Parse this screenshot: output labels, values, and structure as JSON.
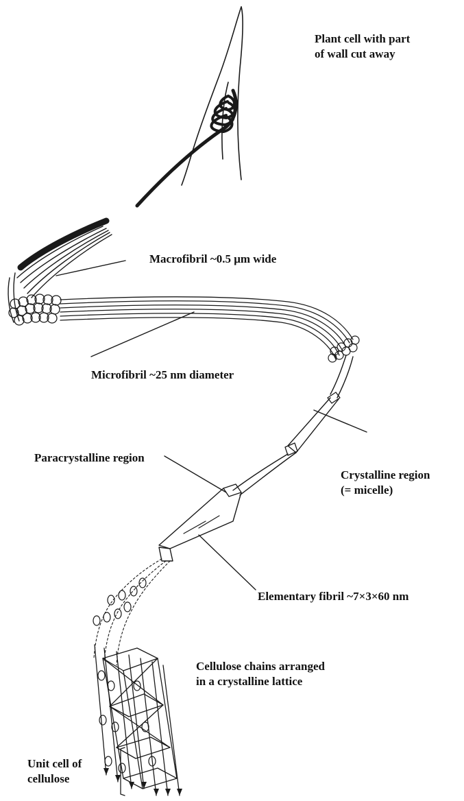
{
  "labels": {
    "plant_cell": [
      "Plant cell with part",
      "of wall cut away"
    ],
    "macrofibril": "Macrofibril  ~0.5 μm  wide",
    "microfibril": "Microfibril  ~25 nm diameter",
    "paracrystalline": "Paracrystalline region",
    "crystalline": [
      "Crystalline region",
      "(= micelle)"
    ],
    "elementary": "Elementary fibril  ~7×3×60 nm",
    "chains": [
      "Cellulose chains arranged",
      "in a crystalline lattice"
    ],
    "unit_cell": [
      "Unit cell of",
      "cellulose"
    ]
  },
  "colors": {
    "ink": "#1a1a1a",
    "background": "#ffffff"
  }
}
